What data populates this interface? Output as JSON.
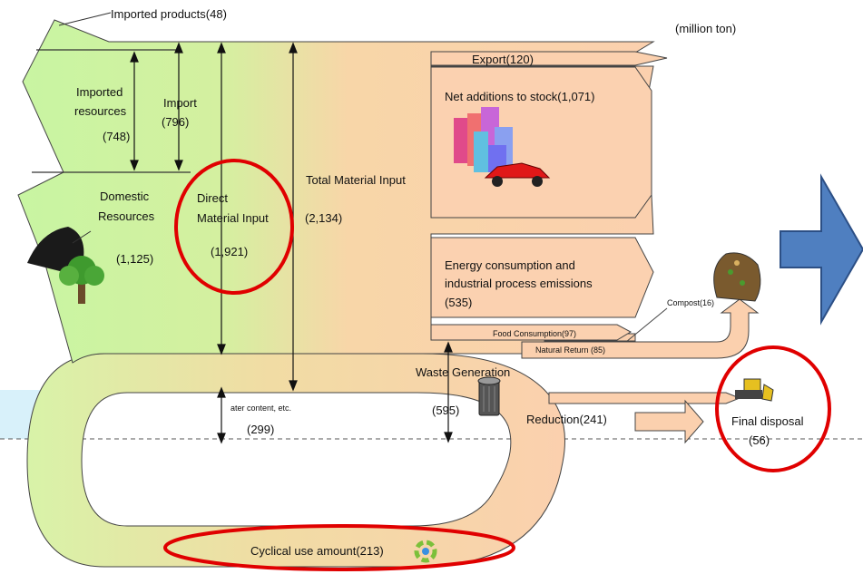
{
  "unit": "(million ton)",
  "imported_products": "Imported products(48)",
  "imported_resources": {
    "line1": "Imported",
    "line2": "resources",
    "value": "(748)"
  },
  "import": {
    "label": "Import",
    "value": "(796)"
  },
  "domestic_resources": {
    "line1": "Domestic",
    "line2": "Resources",
    "value": "(1,125)"
  },
  "direct_material_input": {
    "line1": "Direct",
    "line2": "Material Input",
    "value": "(1,921)"
  },
  "total_material_input": {
    "label": "Total Material Input",
    "value": "(2,134)"
  },
  "export": "Export(120)",
  "net_additions": "Net additions to stock(1,071)",
  "energy": {
    "line1": "Energy consumption and",
    "line2": "industrial process emissions",
    "value": "(535)"
  },
  "food_consumption": "Food Consumption(97)",
  "natural_return": "Natural Return (85)",
  "compost": "Compost(16)",
  "waste_generation": {
    "label": "Waste Generation",
    "value": "(595)"
  },
  "water_content": {
    "label": "ater content, etc.",
    "value": "(299)"
  },
  "reduction": "Reduction(241)",
  "final_disposal": {
    "label": "Final disposal",
    "value": "(56)"
  },
  "cyclical_use": "Cyclical use amount(213)",
  "colors": {
    "highlight_ring": "#e00000",
    "big_arrow": "#4f7fc0",
    "water_band": "#d8f1fa",
    "flow_green": "#ccf5a6",
    "flow_peach": "#fbd1b0"
  }
}
